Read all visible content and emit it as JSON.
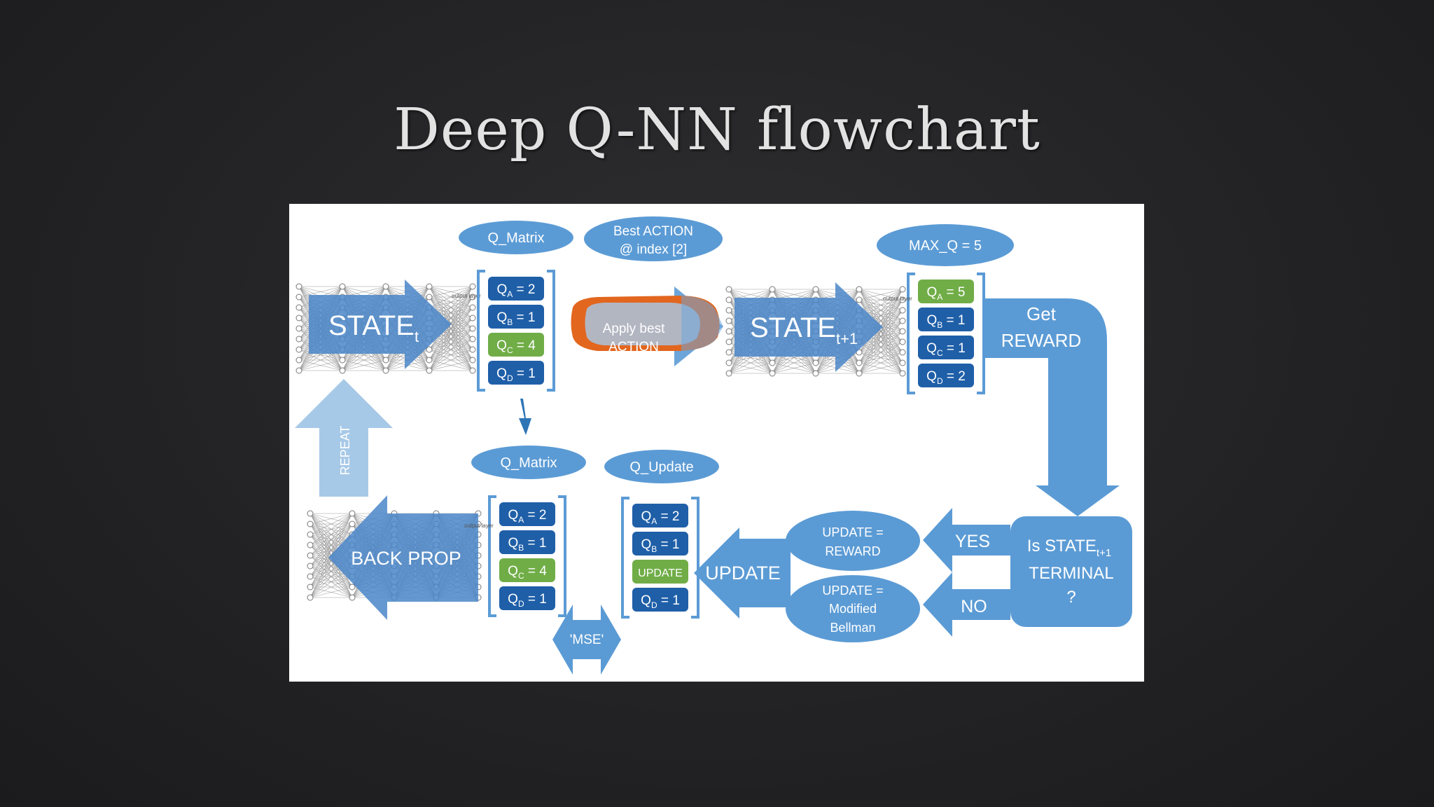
{
  "title": "Deep Q-NN flowchart",
  "colors": {
    "background": "#232325",
    "panel": "#ffffff",
    "blue": "#5b9bd5",
    "dark_blue": "#2e75b6",
    "cell_blue": "#1f5fa8",
    "green": "#70ad47",
    "car": "#e2661e"
  },
  "labels": {
    "q_matrix_top": "Q_Matrix",
    "best_action_line1": "Best ACTION",
    "best_action_line2": "@ index [2]",
    "max_q": "MAX_Q = 5",
    "apply_best_line1": "Apply best",
    "apply_best_line2": "ACTION",
    "get_reward_line1": "Get",
    "get_reward_line2": "REWARD",
    "repeat": "REPEAT",
    "back_prop": "BACK PROP",
    "q_matrix_bottom": "Q_Matrix",
    "q_update": "Q_Update",
    "mse": "'MSE'",
    "update_arrow": "UPDATE",
    "update_reward_line1": "UPDATE =",
    "update_reward_line2": "REWARD",
    "update_bellman_line1": "UPDATE =",
    "update_bellman_line2": "Modified",
    "update_bellman_line3": "Bellman",
    "yes": "YES",
    "no": "NO",
    "terminal_line1": "Is STATE",
    "terminal_line1_sub": "t+1",
    "terminal_line2": "TERMINAL",
    "terminal_line3": "?",
    "output_layer": "output layer"
  },
  "states": {
    "state_t": {
      "main": "STATE",
      "sub": "t"
    },
    "state_t1": {
      "main": "STATE",
      "sub": "t+1"
    }
  },
  "matrices": {
    "top_left": [
      {
        "q": "Q",
        "sub": "A",
        "val": " = 2",
        "green": false
      },
      {
        "q": "Q",
        "sub": "B",
        "val": " = 1",
        "green": false
      },
      {
        "q": "Q",
        "sub": "C",
        "val": " = 4",
        "green": true
      },
      {
        "q": "Q",
        "sub": "D",
        "val": " = 1",
        "green": false
      }
    ],
    "top_right": [
      {
        "q": "Q",
        "sub": "A",
        "val": " = 5",
        "green": true
      },
      {
        "q": "Q",
        "sub": "B",
        "val": " = 1",
        "green": false
      },
      {
        "q": "Q",
        "sub": "C",
        "val": " = 1",
        "green": false
      },
      {
        "q": "Q",
        "sub": "D",
        "val": " = 2",
        "green": false
      }
    ],
    "bottom_left": [
      {
        "q": "Q",
        "sub": "A",
        "val": " = 2",
        "green": false
      },
      {
        "q": "Q",
        "sub": "B",
        "val": " = 1",
        "green": false
      },
      {
        "q": "Q",
        "sub": "C",
        "val": " = 4",
        "green": true
      },
      {
        "q": "Q",
        "sub": "D",
        "val": " = 1",
        "green": false
      }
    ],
    "bottom_right": [
      {
        "q": "Q",
        "sub": "A",
        "val": " = 2",
        "green": false
      },
      {
        "q": "Q",
        "sub": "B",
        "val": " = 1",
        "green": false
      },
      {
        "q": "UPDATE",
        "sub": "",
        "val": "",
        "green": true
      },
      {
        "q": "Q",
        "sub": "D",
        "val": " = 1",
        "green": false
      }
    ]
  }
}
